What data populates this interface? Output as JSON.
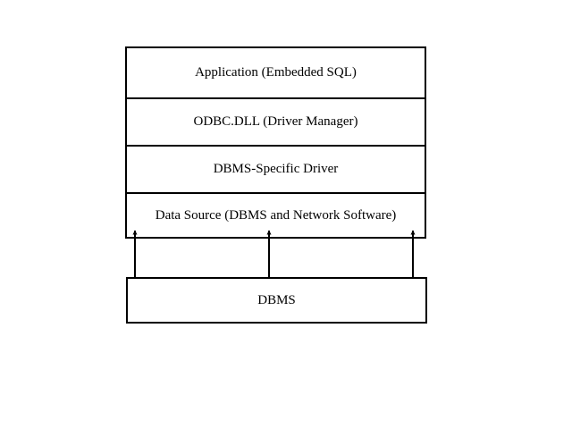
{
  "layers": [
    {
      "label": "Application (Embedded SQL)"
    },
    {
      "label": "ODBC.DLL (Driver Manager)"
    },
    {
      "label": "DBMS-Specific Driver"
    },
    {
      "label": "Data Source (DBMS and Network Software)"
    }
  ],
  "dbms": {
    "label": "DBMS"
  },
  "connector_count": 3,
  "connector_style": "double-headed arrow"
}
